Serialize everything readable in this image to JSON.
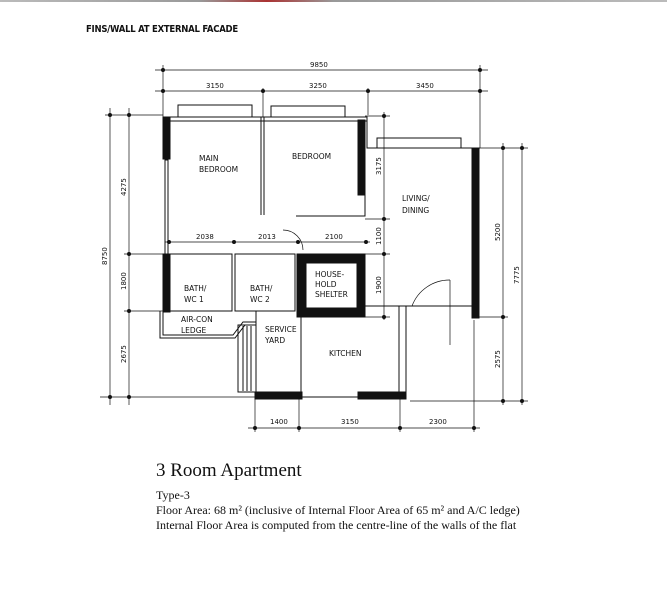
{
  "header": {
    "facade_label": "FINS/WALL AT EXTERNAL FACADE"
  },
  "dimensions": {
    "top_total": "9850",
    "top_segments": [
      "3150",
      "3250",
      "3450"
    ],
    "left_total": "8750",
    "left_segments": [
      "4275",
      "1800",
      "2675"
    ],
    "middle_segments": [
      "2038",
      "2013",
      "2100"
    ],
    "inner_right_segments": [
      "3175",
      "1100",
      "1900"
    ],
    "right_segments": [
      "5200",
      "2575"
    ],
    "right_total": "7775",
    "bottom_segments": [
      "1400",
      "3150",
      "2300"
    ]
  },
  "rooms": {
    "main_bedroom": [
      "MAIN",
      "BEDROOM"
    ],
    "bedroom": "BEDROOM",
    "living": [
      "LIVING/",
      "DINING"
    ],
    "bath1": [
      "BATH/",
      "WC 1"
    ],
    "bath2": [
      "BATH/",
      "WC 2"
    ],
    "shelter": [
      "HOUSE-",
      "HOLD",
      "SHELTER"
    ],
    "aircon": [
      "AIR-CON",
      "LEDGE"
    ],
    "service": [
      "SERVICE",
      "YARD"
    ],
    "kitchen": "KITCHEN"
  },
  "caption": {
    "title": "3 Room Apartment",
    "type": "Type-3",
    "floor_area": "Floor Area: 68 m² (inclusive of Internal Floor Area of 65 m² and A/C ledge)",
    "note": "Internal Floor Area is computed from the centre-line of the walls of the flat"
  }
}
